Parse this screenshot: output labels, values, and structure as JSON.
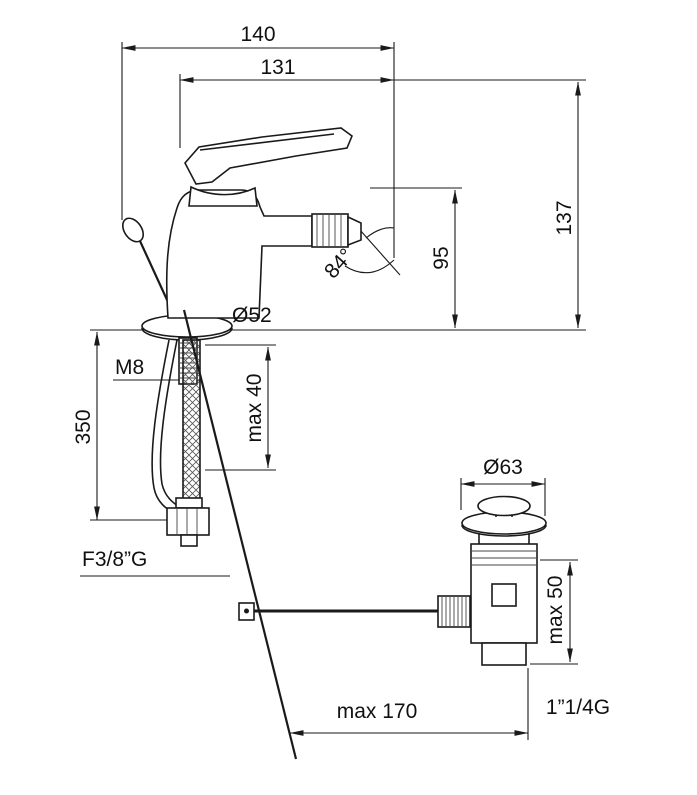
{
  "labels": {
    "dim_140": "140",
    "dim_131": "131",
    "dim_137": "137",
    "dim_95": "95",
    "angle_84": "84°",
    "dia_52": "Ø52",
    "thread_m8": "M8",
    "dim_350": "350",
    "dim_max40": "max 40",
    "thread_f38": "F3/8”G",
    "dia_63": "Ø63",
    "dim_max50": "max 50",
    "dim_max170": "max 170",
    "thread_114": "1”1/4G"
  },
  "colors": {
    "ink": "#1a1a1a",
    "background": "#ffffff"
  }
}
